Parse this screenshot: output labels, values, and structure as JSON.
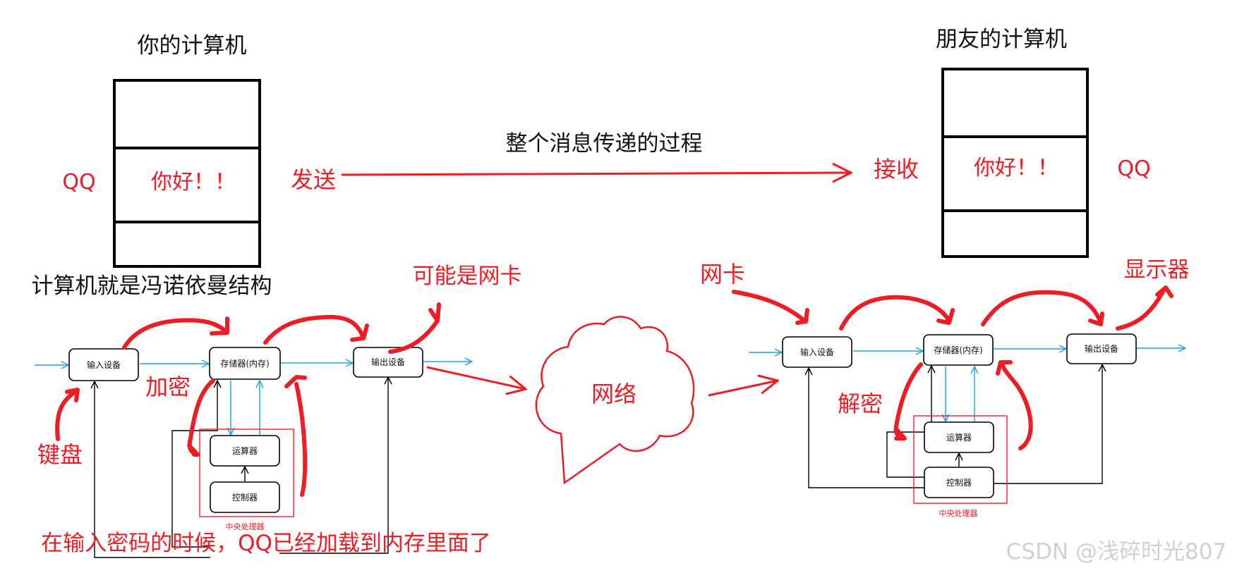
{
  "titles": {
    "your_computer": "你的计算机",
    "friend_computer": "朋友的计算机",
    "process": "整个消息传递的过程",
    "von_neumann": "计算机就是冯诺依曼结构"
  },
  "left_side": {
    "app": "QQ",
    "message": "你好！！",
    "action": "发送"
  },
  "right_side": {
    "app": "QQ",
    "message": "你好！！",
    "action": "接收"
  },
  "diagram_left": {
    "input": "输入设备",
    "memory": "存储器(内存)",
    "output": "输出设备",
    "alu": "运算器",
    "control": "控制器",
    "cpu_label": "中央处理器"
  },
  "diagram_right": {
    "input": "输入设备",
    "memory": "存储器(内存)",
    "output": "输出设备",
    "alu": "运算器",
    "control": "控制器",
    "cpu_label": "中央处理器"
  },
  "annotations": {
    "keyboard": "键盘",
    "encrypt": "加密",
    "maybe_nic": "可能是网卡",
    "network": "网络",
    "nic": "网卡",
    "decrypt": "解密",
    "display": "显示器",
    "note": "在输入密码的时候，QQ已经加载到内存里面了"
  },
  "watermark": "CSDN @浅碎时光807",
  "colors": {
    "annotation_red": "#ee1c24",
    "data_flow_blue": "#1ba1e2",
    "text_black": "#111111"
  }
}
